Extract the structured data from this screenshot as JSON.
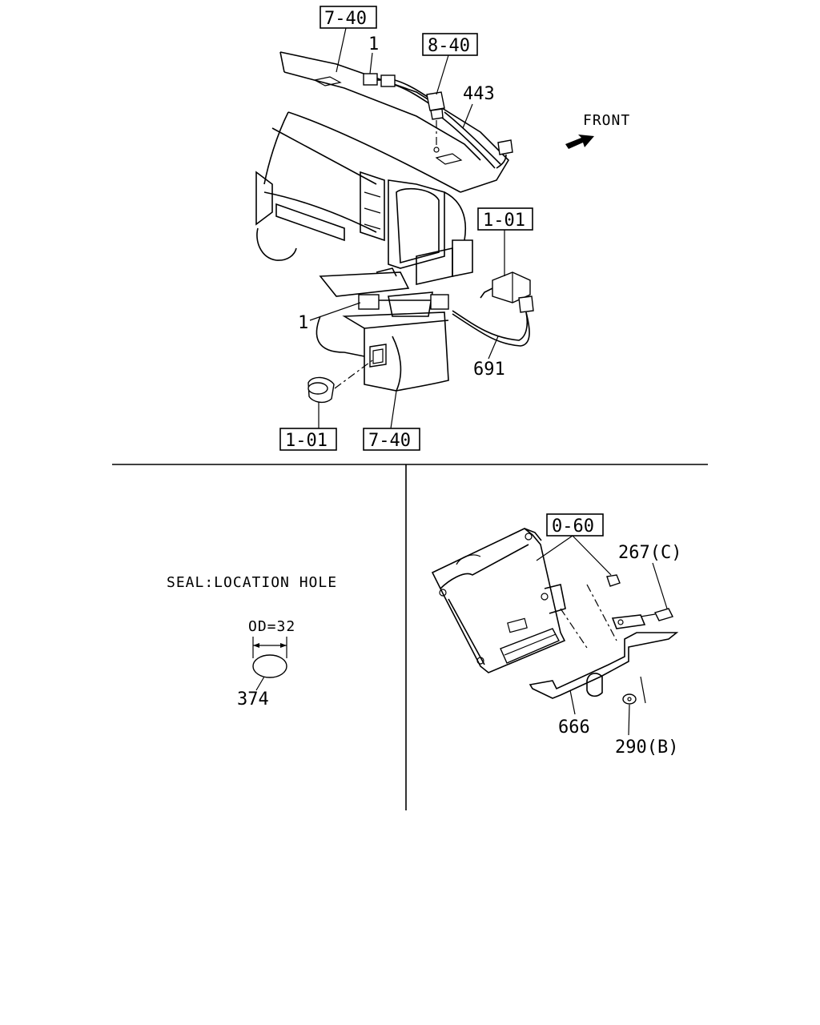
{
  "diagram": {
    "front_label": "FRONT",
    "seal_title": "SEAL:LOCATION HOLE",
    "od_label": "OD=32",
    "refs": {
      "r7_40_top": "7-40",
      "r8_40": "8-40",
      "r1_01_right": "1-01",
      "r1_01_bottom": "1-01",
      "r7_40_bottom": "7-40",
      "r0_60": "0-60"
    },
    "parts": {
      "p1_top": "1",
      "p443": "443",
      "p1_left": "1",
      "p691": "691",
      "p374": "374",
      "p267c": "267(C)",
      "p666": "666",
      "p290b": "290(B)"
    }
  }
}
